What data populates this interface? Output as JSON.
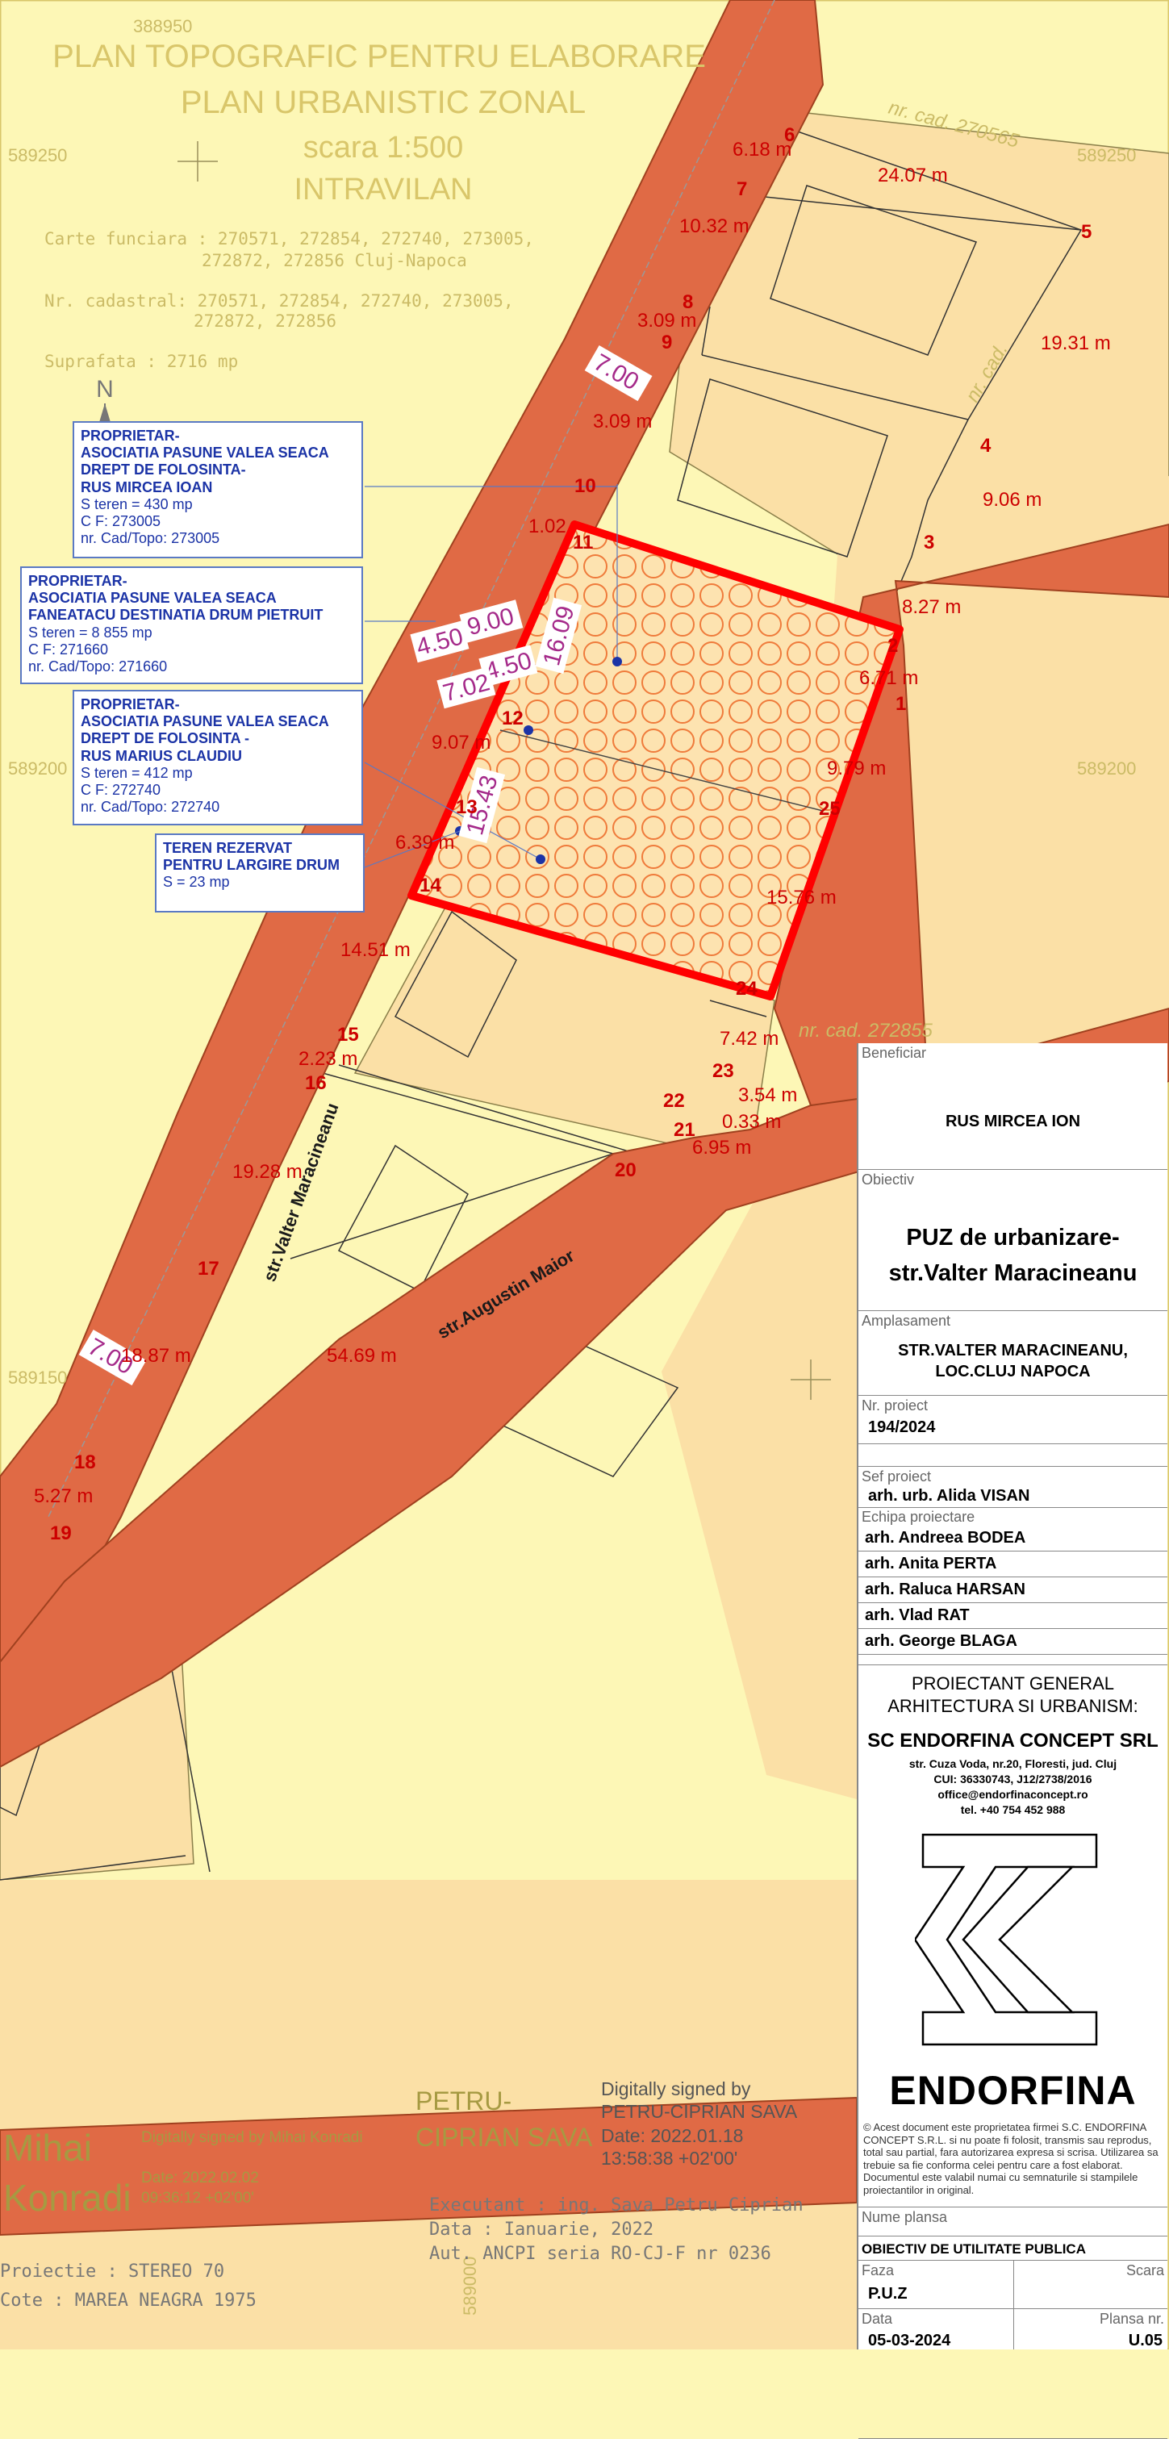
{
  "map": {
    "title": [
      "PLAN TOPOGRAFIC PENTRU ELABORARE",
      "PLAN URBANISTIC  ZONAL",
      "scara 1:500",
      "INTRAVILAN"
    ],
    "cf_line1": "Carte funciara : 270571, 272854, 272740, 273005,",
    "cf_line2": "272872, 272856 Cluj-Napoca",
    "nr_line1": "Nr. cadastral: 270571, 272854, 272740, 273005,",
    "nr_line2": "272872, 272856",
    "suprafata": "Suprafata :   2716 mp",
    "north": "N",
    "grid_x": [
      "388950",
      "589250",
      "589200",
      "589150",
      "589000"
    ],
    "streets": [
      "str.Valter Maracineanu",
      "str.Augustin Maior"
    ],
    "widths": [
      "7.00",
      "7.00",
      "9.00",
      "4.50",
      "4.50",
      "16.09",
      "7.02",
      "15.43"
    ],
    "points": [
      "1",
      "2",
      "3",
      "4",
      "5",
      "6",
      "7",
      "8",
      "9",
      "10",
      "11",
      "12",
      "13",
      "14",
      "15",
      "16",
      "17",
      "18",
      "19",
      "20",
      "21",
      "22",
      "23",
      "24",
      "25"
    ],
    "distances": [
      "6.18 m",
      "24.07 m",
      "10.32 m",
      "3.09 m",
      "19.31 m",
      "3.09 m",
      "9.06 m",
      "1.02",
      "8.27 m",
      "6.71 m",
      "9.07 m",
      "9.79 m",
      "6.39 m",
      "15.76 m",
      "14.51 m",
      "7.42 m",
      "2.23 m",
      "3.54 m",
      "0.33 m",
      "6.95 m",
      "19.28 m",
      "18.87 m",
      "54.69 m",
      "5.27 m"
    ],
    "cadastre_labels": [
      "nr. cad. 270565",
      "nr. cad. 272855",
      "nr. cad."
    ],
    "signature1": {
      "name1": "Mihai",
      "name2": "Konradi",
      "text": "Digitally signed by Mihai Konradi",
      "date": "Date: 2022.02.02",
      "time": "09:36:12 +02'00'"
    },
    "signature2": {
      "name1": "PETRU-",
      "name2": "CIPRIAN SAVA",
      "text1": "Digitally signed by",
      "text2": "PETRU-CIPRIAN SAVA",
      "date": "Date: 2022.01.18",
      "time": "13:58:38 +02'00'"
    },
    "executant": "Executant : ing. Sava Petru Ciprian",
    "data": "Data : Ianuarie, 2022",
    "aut": "Aut. ANCPI seria RO-CJ-F nr 0236",
    "proiectie": "Proiectie : STEREO 70",
    "cote": "Cote : MAREA NEAGRA 1975"
  },
  "owners": [
    {
      "title": "PROPRIETAR-\nASOCIATIA PASUNE VALEA SEACA\nDREPT DE FOLOSINTA-\nRUS MIRCEA IOAN",
      "lines": [
        "S teren = 430 mp",
        "C F: 273005",
        "nr. Cad/Topo: 273005"
      ]
    },
    {
      "title": "PROPRIETAR-\nASOCIATIA PASUNE VALEA SEACA\nFANEATACU DESTINATIA DRUM PIETRUIT",
      "lines": [
        "S teren = 8 855 mp",
        "C F: 271660",
        "nr. Cad/Topo: 271660"
      ]
    },
    {
      "title": "PROPRIETAR-\nASOCIATIA PASUNE VALEA SEACA\nDREPT DE FOLOSINTA -\nRUS MARIUS CLAUDIU",
      "lines": [
        "S teren = 412 mp",
        "C F: 272740",
        "nr. Cad/Topo: 272740"
      ]
    },
    {
      "title": "TEREN REZERVAT\nPENTRU LARGIRE DRUM",
      "lines": [
        "S = 23 mp"
      ]
    }
  ],
  "legend": {
    "beneficiar_label": "Beneficiar",
    "beneficiar": "RUS  MIRCEA ION",
    "obiectiv_label": "Obiectiv",
    "obiectiv1": "PUZ de urbanizare-",
    "obiectiv2": "str.Valter Maracineanu",
    "amplasament_label": "Amplasament",
    "amplasament1": "STR.VALTER MARACINEANU,",
    "amplasament2": "LOC.CLUJ NAPOCA",
    "nr_proiect_label": "Nr. proiect",
    "nr_proiect": "194/2024",
    "sef_label": "Sef proiect",
    "sef": "arh. urb. Alida VISAN",
    "echipa_label": "Echipa proiectare",
    "echipa": [
      "arh. Andreea BODEA",
      "arh. Anita PERTA",
      "arh. Raluca HARSAN",
      "arh. Vlad RAT",
      "arh. George BLAGA"
    ],
    "proiectant1": "PROIECTANT GENERAL",
    "proiectant2": "ARHITECTURA SI URBANISM:",
    "firma": "SC ENDORFINA CONCEPT SRL",
    "addr1": "str. Cuza Voda, nr.20, Floresti, jud. Cluj",
    "addr2": "CUI: 36330743, J12/2738/2016",
    "addr3": "office@endorfinaconcept.ro",
    "addr4": "tel. +40 754 452 988",
    "logo_text": "ENDORFINA",
    "note": "© Acest document este proprietatea firmei S.C. ENDORFINA CONCEPT S.R.L. si nu poate fi folosit, transmis sau reprodus, total sau partial, fara autorizarea expresa si scrisa. Utilizarea sa trebuie sa fie conforma celei pentru care a fost elaborat. Documentul este valabil numai cu semnaturile si stampilele proiectantilor in original.",
    "nume_plansa_label": "Nume plansa",
    "nume_plansa": "OBIECTIV DE UTILITATE PUBLICA",
    "faza_label": "Faza",
    "scara_label": "Scara",
    "faza": "P.U.Z",
    "data_label": "Data",
    "plansa_label": "Plansa nr.",
    "data": "05-03-2024",
    "plansa": "U.05"
  },
  "colors": {
    "street": "#e06a45",
    "map_bg": "#fdf7b6",
    "plot": "#fbe0a6",
    "outline": "#ff0000",
    "owner_text": "#1b33a6",
    "label": "#cc0000",
    "width_label": "#a52a8a"
  }
}
